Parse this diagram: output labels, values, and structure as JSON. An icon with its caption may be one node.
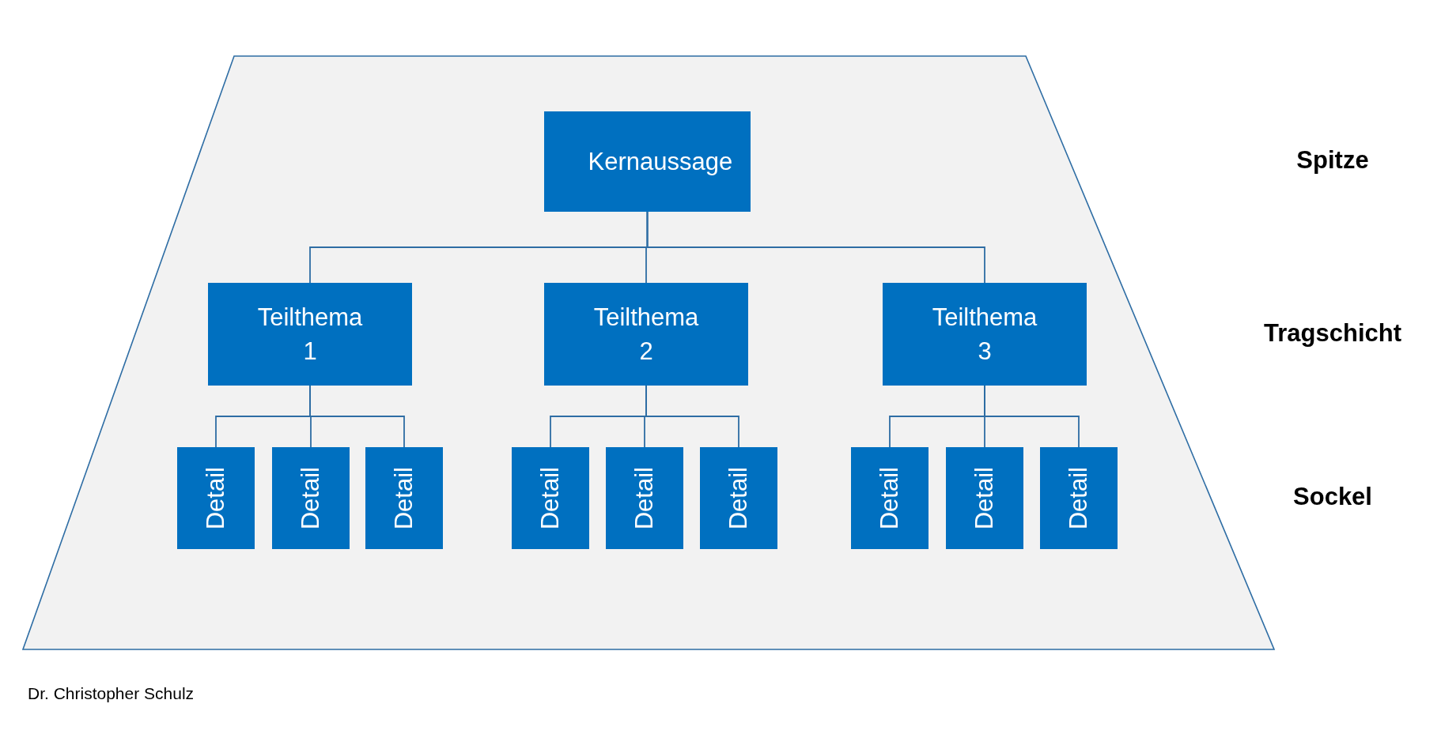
{
  "diagram": {
    "nodes": [
      {
        "text": [],
        "shape": "trapezoid"
      },
      {
        "text": [
          "Kernaussage"
        ],
        "in": 0
      },
      {
        "text": [
          "Teilthema 1"
        ],
        "in": 0
      },
      {
        "text": [
          "Teilthema 2"
        ],
        "in": 0
      },
      {
        "text": [
          "Teilthema 3"
        ],
        "in": 0
      },
      {
        "text": [
          "Detail"
        ],
        "in": 0
      },
      {
        "text": [
          "Detail"
        ],
        "in": 0
      },
      {
        "text": [
          "Detail"
        ],
        "in": 0
      },
      {
        "text": [
          "Detail"
        ],
        "in": 0
      },
      {
        "text": [
          "Detail"
        ],
        "in": 0
      },
      {
        "text": [
          "Detail"
        ],
        "in": 0
      },
      {
        "text": [
          "Detail"
        ],
        "in": 0
      },
      {
        "text": [
          "Detail"
        ],
        "in": 0
      },
      {
        "text": [
          "Detail"
        ],
        "in": 0
      }
    ],
    "edges": [
      {
        "from": 1,
        "to": 2,
        "arrow": "none"
      },
      {
        "from": 1,
        "to": 3,
        "arrow": "none"
      },
      {
        "from": 1,
        "to": 4,
        "arrow": "none"
      },
      {
        "from": 2,
        "to": 5,
        "arrow": "none"
      },
      {
        "from": 2,
        "to": 6,
        "arrow": "none"
      },
      {
        "from": 2,
        "to": 7,
        "arrow": "none"
      },
      {
        "from": 3,
        "to": 8,
        "arrow": "none"
      },
      {
        "from": 3,
        "to": 9,
        "arrow": "none"
      },
      {
        "from": 3,
        "to": 10,
        "arrow": "none"
      },
      {
        "from": 4,
        "to": 11,
        "arrow": "none"
      },
      {
        "from": 4,
        "to": 12,
        "arrow": "none"
      },
      {
        "from": 4,
        "to": 13,
        "arrow": "none"
      }
    ],
    "labels": [
      "Spitze",
      "Tragschicht",
      "Sockel",
      "Dr. Christopher Schulz"
    ]
  }
}
